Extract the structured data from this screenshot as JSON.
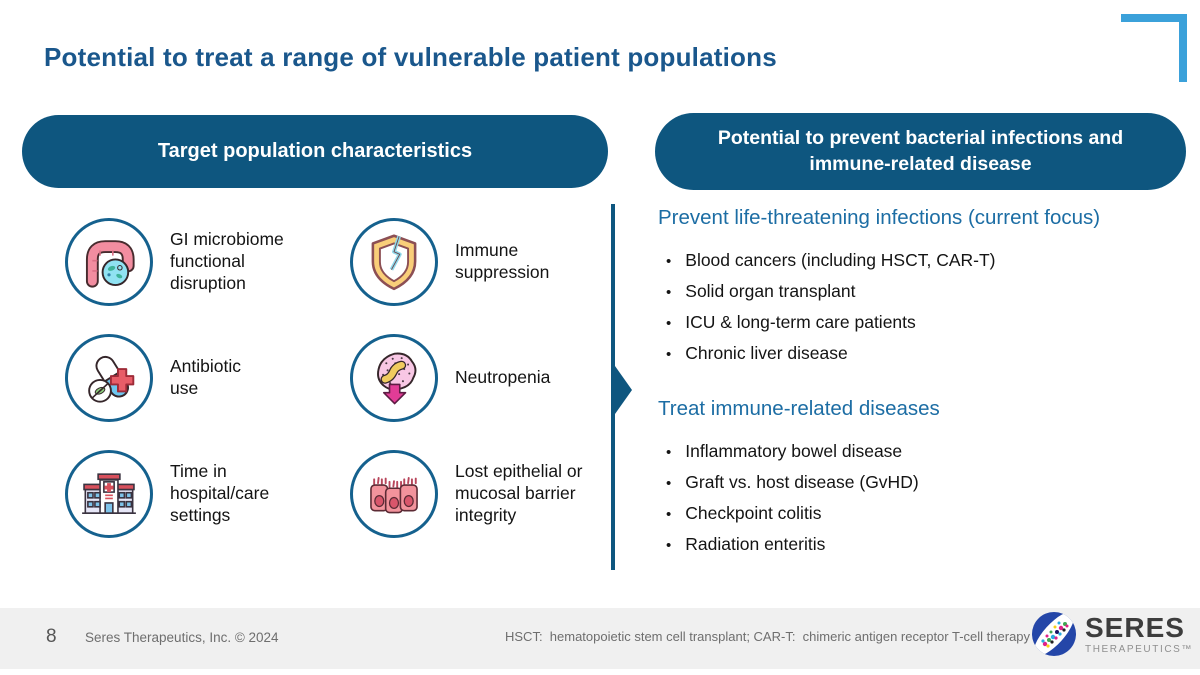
{
  "slide": {
    "title": "Potential to treat a range of vulnerable patient populations"
  },
  "left_panel": {
    "header": "Target population characteristics",
    "items": [
      {
        "icon": "gi-microbiome-icon",
        "label": "GI microbiome\nfunctional\ndisruption"
      },
      {
        "icon": "immune-suppression-icon",
        "label": "Immune\nsuppression"
      },
      {
        "icon": "antibiotic-use-icon",
        "label": "Antibiotic\nuse"
      },
      {
        "icon": "neutropenia-icon",
        "label": "Neutropenia"
      },
      {
        "icon": "hospital-icon",
        "label": "Time in\nhospital/care\nsettings"
      },
      {
        "icon": "epithelial-barrier-icon",
        "label": "Lost epithelial or\nmucosal barrier\nintegrity"
      }
    ]
  },
  "right_panel": {
    "header": "Potential to prevent bacterial infections and\nimmune-related disease",
    "bullet_char": "•",
    "sections": [
      {
        "heading": "Prevent life-threatening infections (current focus)",
        "bullets": [
          "Blood cancers (including HSCT, CAR-T)",
          "Solid organ transplant",
          "ICU & long-term care patients",
          "Chronic liver disease"
        ]
      },
      {
        "heading": "Treat immune-related diseases",
        "bullets": [
          "Inflammatory bowel disease",
          "Graft vs. host disease (GvHD)",
          "Checkpoint colitis",
          "Radiation enteritis"
        ]
      }
    ]
  },
  "footer": {
    "page_number": "8",
    "copyright": "Seres Therapeutics, Inc. © 2024",
    "footnote": "HSCT:  hematopoietic stem cell transplant; CAR-T:  chimeric antigen receptor T-cell therapy",
    "logo_text": "SERES",
    "logo_subtext": "THERAPEUTICS™"
  },
  "colors": {
    "title_blue": "#1A578C",
    "pill_blue": "#0E567F",
    "section_heading_blue": "#1C6DA4",
    "accent_light_blue": "#3BA1DA",
    "icon_ring_blue": "#15618E",
    "footer_bg": "#F0F0F0",
    "footer_text": "#6E6E6E"
  }
}
